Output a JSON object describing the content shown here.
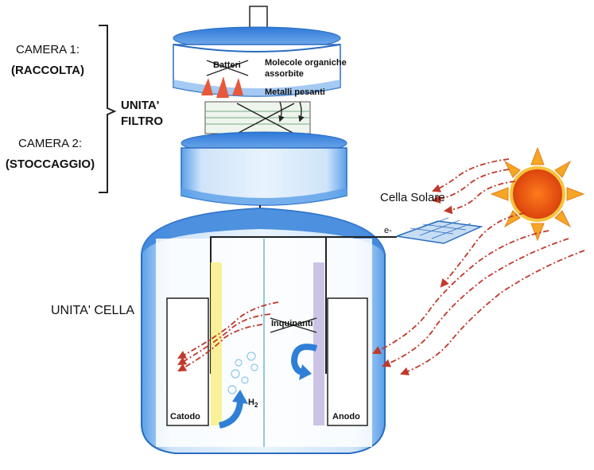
{
  "labels": {
    "camera1_title": "CAMERA 1:",
    "camera1_sub": "(RACCOLTA)",
    "camera2_title": "CAMERA 2:",
    "camera2_sub": "(STOCCAGGIO)",
    "unita_filtro_line1": "UNITA'",
    "unita_filtro_line2": "FILTRO",
    "unita_cella": "UNITA' CELLA",
    "cella_solare": "Cella Solare",
    "electron": "e-",
    "batteri": "Batteri",
    "molecole_line1": "Molecole organiche",
    "molecole_line2": "assorbite",
    "metalli": "Metalli pesanti",
    "inquinanti": "Inquinanti",
    "catodo": "Catodo",
    "anodo": "Anodo",
    "h2": "H",
    "h2_sub": "2"
  },
  "colors": {
    "vessel_blue": "#4d94e6",
    "vessel_light": "#d9ebfb",
    "ray_red": "#c0392b",
    "sun_core": "#e8520f",
    "sun_ray": "#f5a623",
    "cathode_yellow": "#f7ef8c",
    "anode_purple": "#c8bde3",
    "arrow_blue": "#2f7fd6"
  }
}
